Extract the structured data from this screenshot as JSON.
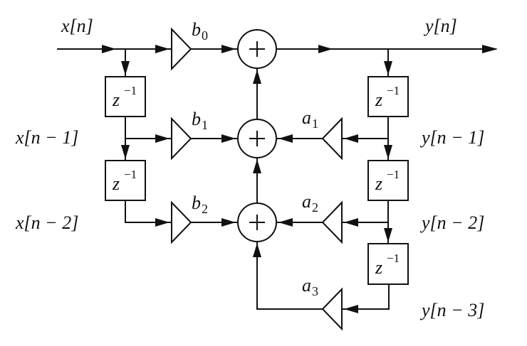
{
  "diagram": {
    "title": "Direct Form I IIR filter block diagram",
    "input_label": "x[n]",
    "output_label": "y[n]",
    "delay_label": {
      "base": "z",
      "exp": "−1"
    },
    "left_taps": [
      "x[n − 1]",
      "x[n − 2]"
    ],
    "right_taps": [
      "y[n − 1]",
      "y[n − 2]",
      "y[n − 3]"
    ],
    "feedforward_gains": [
      {
        "base": "b",
        "sub": "0"
      },
      {
        "base": "b",
        "sub": "1"
      },
      {
        "base": "b",
        "sub": "2"
      }
    ],
    "feedback_gains": [
      {
        "base": "a",
        "sub": "1"
      },
      {
        "base": "a",
        "sub": "2"
      },
      {
        "base": "a",
        "sub": "3"
      }
    ],
    "adder_symbol": "+"
  }
}
